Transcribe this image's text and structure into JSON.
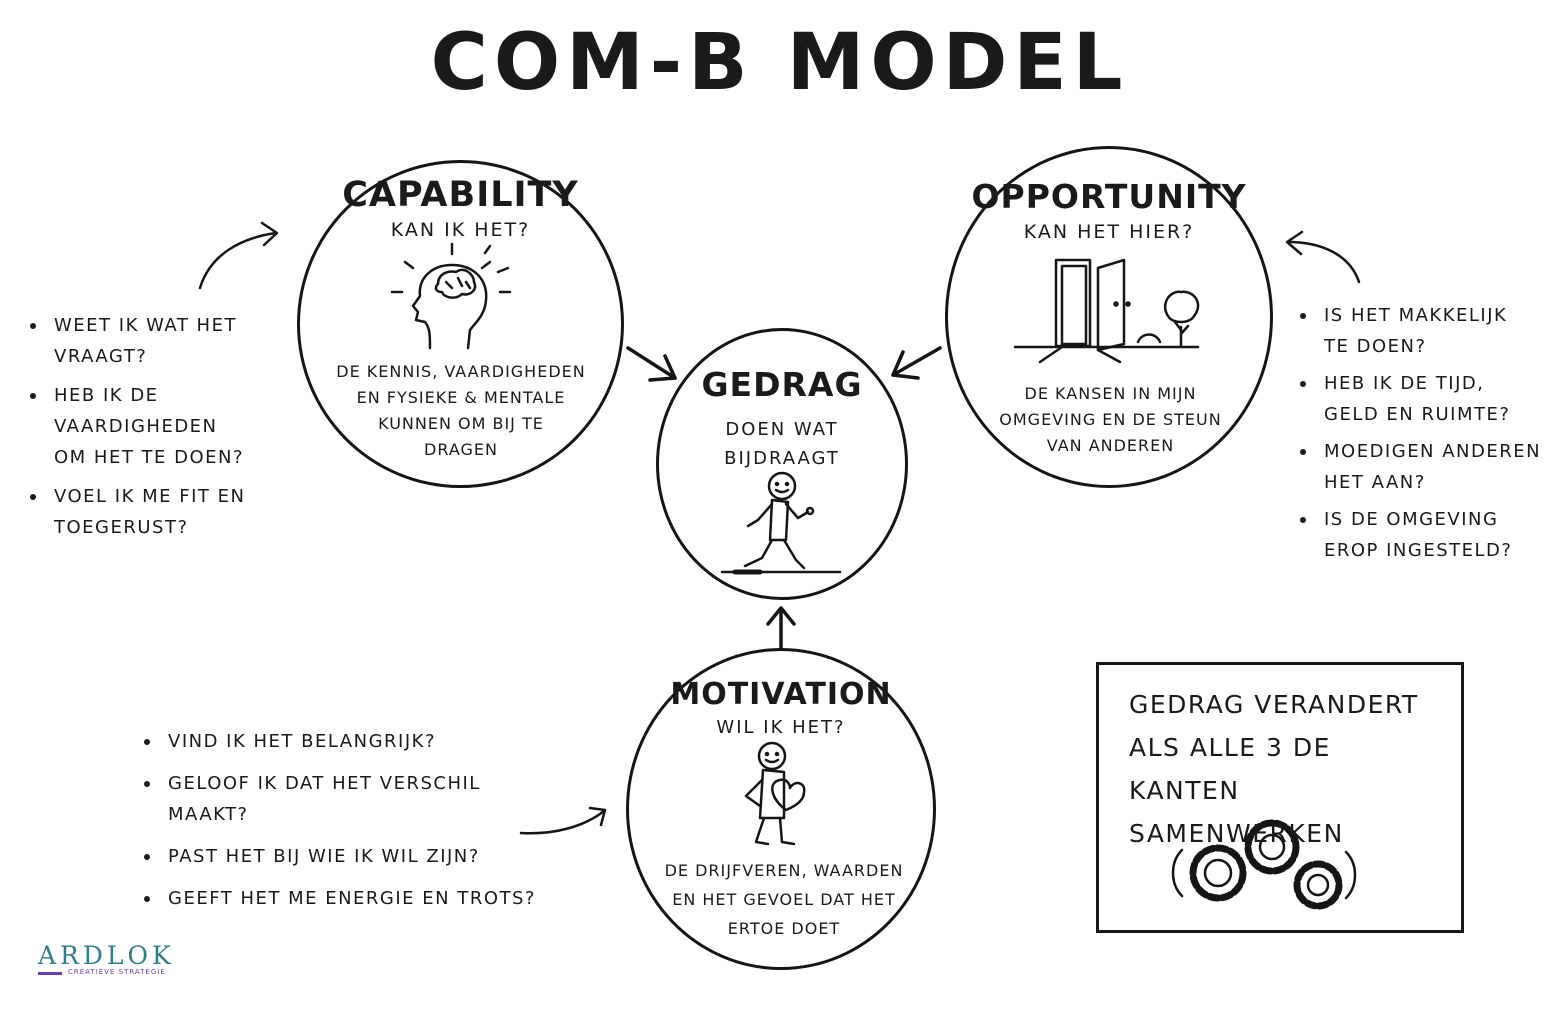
{
  "title": "COM-B MODEL",
  "capability": {
    "title": "CAPABILITY",
    "subtitle": "KAN IK HET?",
    "description": [
      "DE KENNIS, VAARDIGHEDEN",
      "EN FYSIEKE & MENTALE",
      "KUNNEN OM BIJ TE",
      "DRAGEN"
    ],
    "icon": "head-brain-icon",
    "questions": [
      "WEET IK WAT HET",
      "VRAAGT?",
      "HEB IK DE VAARDIGHEDEN",
      "OM HET TE DOEN?",
      "VOEL IK ME FIT EN",
      "TOEGERUST?"
    ]
  },
  "opportunity": {
    "title": "OPPORTUNITY",
    "subtitle": "KAN HET HIER?",
    "description": [
      "DE KANSEN IN MIJN",
      "OMGEVING EN DE STEUN",
      "VAN ANDEREN"
    ],
    "icon": "open-door-icon",
    "questions": [
      "IS HET MAKKELIJK",
      "TE DOEN?",
      "HEB IK DE TIJD,",
      "GELD EN RUIMTE?",
      "MOEDIGEN ANDEREN",
      "HET AAN?",
      "IS DE OMGEVING",
      "EROP INGESTELD?"
    ]
  },
  "behaviour": {
    "title": "GEDRAG",
    "subtitle": [
      "DOEN WAT",
      "BIJDRAAGT"
    ],
    "icon": "walking-person-icon"
  },
  "motivation": {
    "title": "MOTIVATION",
    "subtitle": "WIL IK HET?",
    "description": [
      "DE DRIJFVEREN, WAARDEN",
      "EN HET GEVOEL DAT HET",
      "ERTOE DOET"
    ],
    "icon": "person-heart-icon",
    "questions": [
      "VIND IK HET BELANGRIJK?",
      "GELOOF IK DAT HET VERSCHIL MAAKT?",
      "PAST HET BIJ WIE IK WIL ZIJN?",
      "GEEFT HET ME ENERGIE EN TROTS?"
    ]
  },
  "summary_box": {
    "lines": [
      "GEDRAG VERANDERT",
      "ALS ALLE 3 DE KANTEN",
      "SAMENWERKEN"
    ],
    "icon": "gears-icon"
  },
  "logo": {
    "name": "ARDLOK",
    "tagline": "CREATIEVE STRATEGIE",
    "colors": {
      "teal": "#2e7d8a",
      "purple": "#6a3fb0"
    }
  }
}
